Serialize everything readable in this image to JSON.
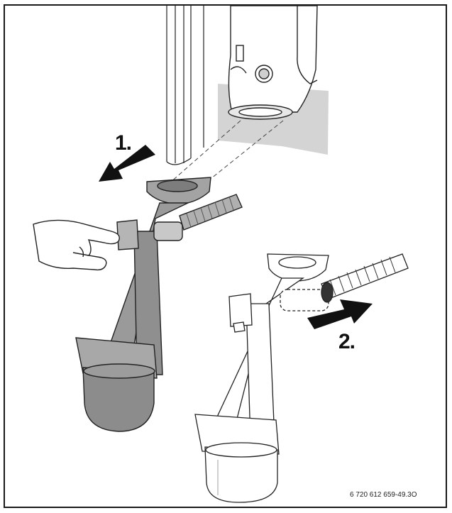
{
  "figure": {
    "step_1_label": "1.",
    "step_2_label": "2.",
    "reference_code": "6 720 612 659-49.3O"
  },
  "colors": {
    "frame": "#1a1a1a",
    "removed_part_fill": "#8f8f8f",
    "installed_part_fill": "#ffffff",
    "shadow": "#d4d4d4",
    "line": "#222222"
  },
  "icons": [
    "hand-icon",
    "arrow-left-down-icon",
    "arrow-right-up-icon"
  ]
}
